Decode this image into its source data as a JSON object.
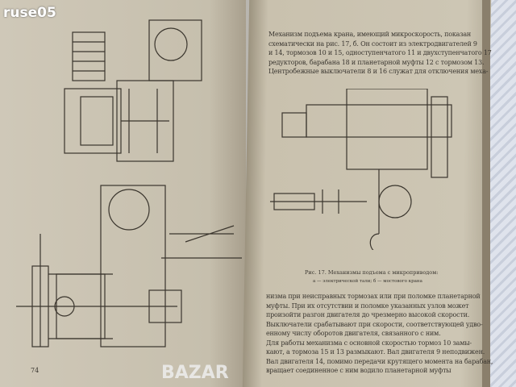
{
  "watermark": "ruse05",
  "logo": "BAZAR",
  "left_page": {
    "page_number": "74"
  },
  "right_page": {
    "paragraph1": [
      "Механизм подъема крана, имеющий микроскорость, показан",
      "схематически на рис. 17, б. Он состоит из электродвигателей 9",
      "и 14, тормозов 10 и 15, одноступенчатого 11 и двухступенчатого 17",
      "редукторов, барабана 18 и планетарной муфты 12 с тормозом 13.",
      "Центробежные выключатели 8 и 16 служат для отключения меха-"
    ],
    "figure_caption": "Рис. 17. Механизмы подъема с микроприводом:",
    "figure_subcaption": "а — электрической тали; б — мостового крана",
    "paragraph2": [
      "низма при неисправных тормозах или при поломке планетарной",
      "муфты. При их отсутствии и поломке указанных узлов может",
      "произойти разгон двигателя до чрезмерно высокой скорости.",
      "Выключатели срабатывают при скорости, соответствующей удво-",
      "енному числу оборотов двигателя, связанного с ним.",
      "   Для работы механизма с основной скоростью тормоз 10 замы-",
      "кают, а тормоза 15 и 13 размыкают. Вал двигателя 9 неподвижен.",
      "Вал двигателя 14, помимо передачи крутящего момента на барабан,",
      "вращает соединенное с ним водило планетарной муфты"
    ]
  }
}
